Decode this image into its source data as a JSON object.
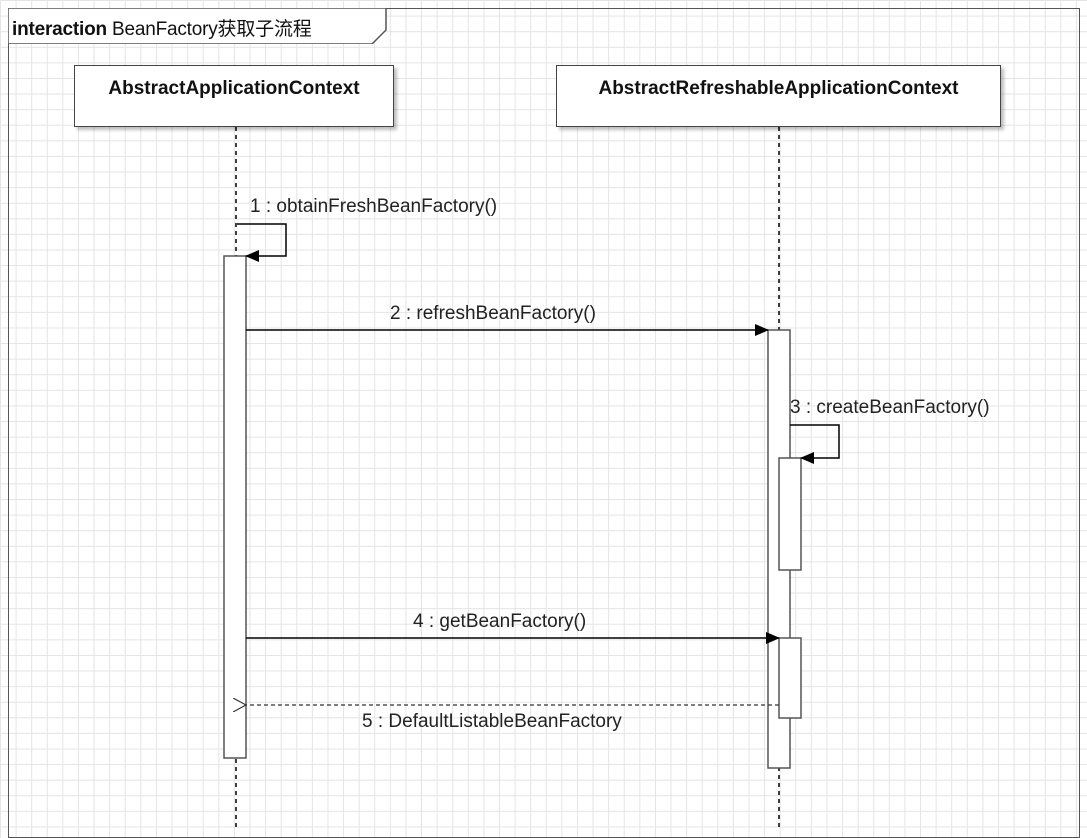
{
  "frame": {
    "keyword": "interaction",
    "title": "BeanFactory获取子流程"
  },
  "lifelines": [
    {
      "name": "AbstractApplicationContext"
    },
    {
      "name": "AbstractRefreshableApplicationContext"
    }
  ],
  "messages": [
    {
      "label": "1 : obtainFreshBeanFactory()",
      "kind": "self-call"
    },
    {
      "label": "2 : refreshBeanFactory()",
      "kind": "sync-call"
    },
    {
      "label": "3 : createBeanFactory()",
      "kind": "self-call"
    },
    {
      "label": "4 : getBeanFactory()",
      "kind": "sync-call"
    },
    {
      "label": "5 : DefaultListableBeanFactory",
      "kind": "return"
    }
  ]
}
